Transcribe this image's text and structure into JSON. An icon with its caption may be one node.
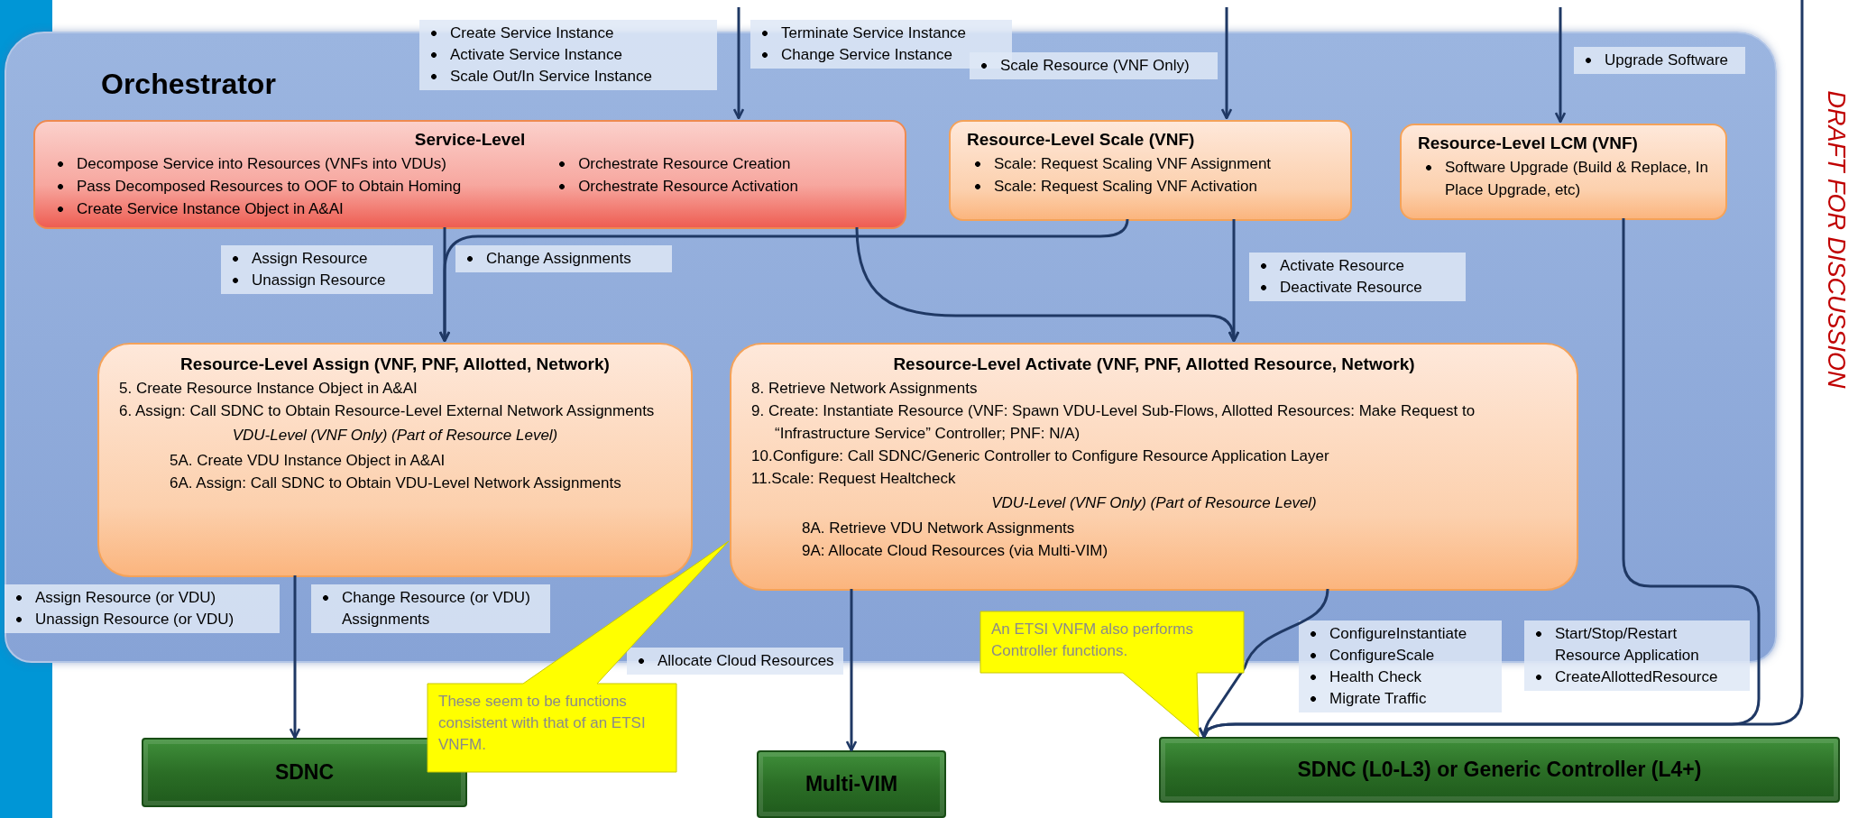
{
  "diagram": {
    "nodes": [
      {
        "text": [
          "Orchestrator"
        ]
      },
      {
        "text": [
          "Service-Level",
          "Decompose Service into Resources (VNFs into VDUs)",
          "Pass Decomposed Resources to OOF to Obtain Homing",
          "Create Service Instance Object in A&AI",
          "Orchestrate Resource Creation",
          "Orchestrate Resource Activation"
        ],
        "in": 0
      },
      {
        "text": [
          "Resource-Level Scale (VNF)",
          "Scale: Request Scaling VNF Assignment",
          "Scale: Request Scaling VNF Activation"
        ],
        "in": 0
      },
      {
        "text": [
          "Resource-Level LCM (VNF)",
          "Software Upgrade (Build & Replace, In Place Upgrade, etc)"
        ],
        "in": 0
      },
      {
        "text": [
          "Resource-Level Assign (VNF, PNF, Allotted, Network)",
          "5. Create Resource Instance Object in A&AI",
          "6. Assign: Call SDNC to Obtain Resource-Level External Network Assignments",
          "VDU-Level (VNF Only) (Part of Resource Level)",
          "5A. Create VDU Instance Object in A&AI",
          "6A. Assign: Call SDNC to Obtain VDU-Level Network Assignments"
        ],
        "in": 0
      },
      {
        "text": [
          "Resource-Level Activate (VNF, PNF, Allotted Resource, Network)",
          "8. Retrieve Network Assignments",
          "9. Create: Instantiate Resource (VNF: Spawn VDU-Level Sub-Flows, Allotted Resources: Make Request to “Infrastructure Service” Controller; PNF: N/A)",
          "10.Configure: Call SDNC/Generic Controller to Configure Resource Application Layer",
          "11.Scale: Request Healtcheck",
          "VDU-Level (VNF Only) (Part of Resource Level)",
          "8A. Retrieve VDU Network Assignments",
          "9A: Allocate Cloud Resources (via Multi-VIM)"
        ],
        "in": 0
      },
      {
        "text": [
          "SDNC"
        ]
      },
      {
        "text": [
          "Multi-VIM"
        ]
      },
      {
        "text": [
          "SDNC (L0-L3) or Generic Controller (L4+)"
        ]
      },
      {
        "text": [
          "These seem to be functions consistent with that of an ETSI VNFM."
        ]
      },
      {
        "text": [
          "An ETSI VNFM also performs Controller functions."
        ]
      }
    ],
    "edges": [
      {
        "from": null,
        "to": 1,
        "arrow": "to"
      },
      {
        "from": null,
        "to": 2,
        "arrow": "to"
      },
      {
        "from": null,
        "to": 3,
        "arrow": "to"
      },
      {
        "from": null,
        "to": 8,
        "arrow": "to"
      },
      {
        "from": 1,
        "to": 4,
        "arrow": "to"
      },
      {
        "from": 2,
        "to": 4,
        "arrow": "to"
      },
      {
        "from": 1,
        "to": 5,
        "arrow": "to"
      },
      {
        "from": 2,
        "to": 5,
        "arrow": "to"
      },
      {
        "from": 5,
        "to": 7,
        "arrow": "to"
      },
      {
        "from": 4,
        "to": 6,
        "arrow": "to"
      },
      {
        "from": 5,
        "to": 8,
        "arrow": "to"
      },
      {
        "from": 3,
        "to": 8,
        "arrow": "to"
      }
    ],
    "labels": [
      "Create Service Instance",
      "Activate Service Instance",
      "Scale Out/In Service Instance",
      "Terminate Service Instance",
      "Change Service Instance",
      "Scale Resource (VNF Only)",
      "Upgrade Software",
      "Assign Resource",
      "Unassign Resource",
      "Change Assignments",
      "Activate Resource",
      "Deactivate Resource",
      "Assign Resource (or VDU)",
      "Unassign Resource (or VDU)",
      "Change Resource (or VDU) Assignments",
      "Allocate Cloud Resources",
      "ConfigureInstantiate",
      "ConfigureScale",
      "Health Check",
      "Migrate Traffic",
      "Start/Stop/Restart Resource Application",
      "CreateAllottedResource",
      "DRAFT FOR DISCUSSION"
    ]
  }
}
